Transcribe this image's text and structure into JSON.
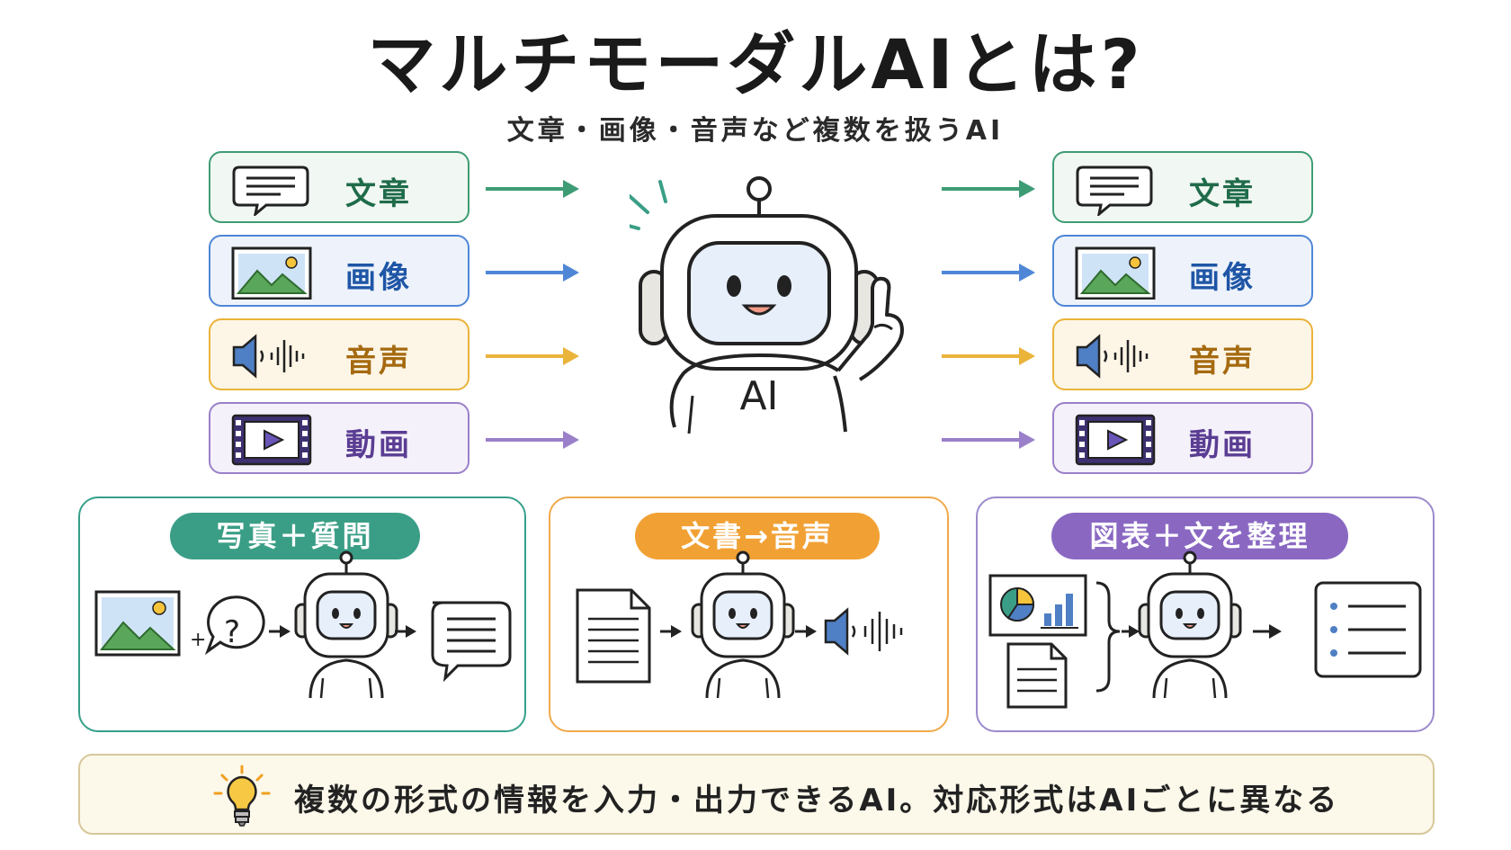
{
  "title": "マルチモーダルAIとは?",
  "subtitle": "文章・画像・音声など複数を扱うAI",
  "modalities": [
    {
      "label": "文章",
      "icon": "speech-bubble-icon",
      "color": "#3e9c74"
    },
    {
      "label": "画像",
      "icon": "landscape-image-icon",
      "color": "#4f87d6"
    },
    {
      "label": "音声",
      "icon": "speaker-waveform-icon",
      "color": "#eab33a"
    },
    {
      "label": "動画",
      "icon": "video-film-icon",
      "color": "#9a80c9"
    }
  ],
  "robot": {
    "label": "AI"
  },
  "examples": [
    {
      "label": "写真＋質問",
      "color": "#3a9e86"
    },
    {
      "label": "文書→音声",
      "color": "#f1a134"
    },
    {
      "label": "図表＋文を整理",
      "color": "#8a68c2"
    }
  ],
  "summary": "複数の形式の情報を入力・出力できるAI。対応形式はAIごとに異なる"
}
